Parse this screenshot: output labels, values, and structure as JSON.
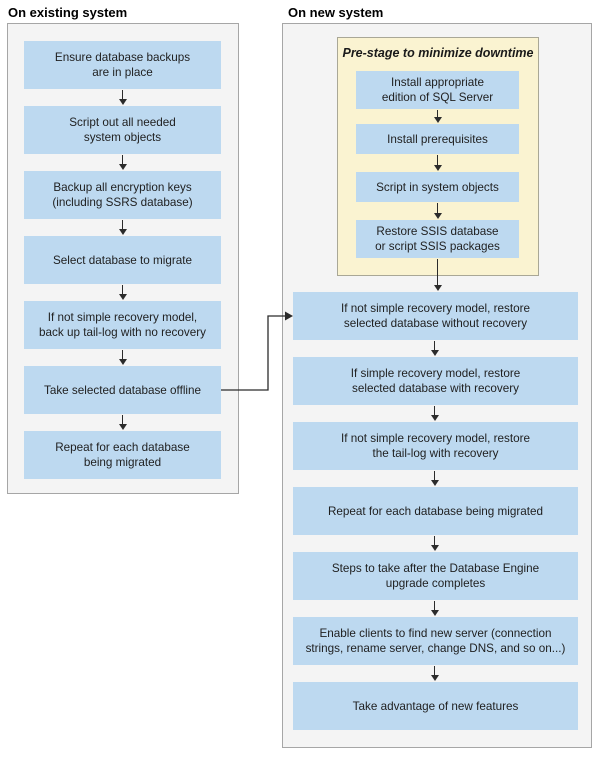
{
  "colors": {
    "box_blue": "#BDD9F0",
    "panel_bg": "#F4F4F4",
    "panel_border": "#A6A6A6",
    "prestage_bg": "#FAF3D1",
    "prestage_border": "#A9A796",
    "arrow": "#2B2B2B",
    "text": "#1F1F1F"
  },
  "left_column": {
    "title": "On existing system",
    "steps": [
      {
        "text": "Ensure database backups\nare in place"
      },
      {
        "text": "Script out all needed\nsystem objects"
      },
      {
        "text": "Backup all encryption keys\n(including SSRS database)"
      },
      {
        "text": "Select database to migrate"
      },
      {
        "text": "If not simple recovery model,\nback up tail-log with no recovery"
      },
      {
        "text": "Take selected database offline"
      },
      {
        "text": "Repeat for each database\nbeing migrated"
      }
    ]
  },
  "right_column": {
    "title": "On new system",
    "prestage": {
      "title": "Pre-stage to minimize downtime",
      "steps": [
        {
          "text": "Install appropriate\nedition of SQL Server"
        },
        {
          "text": "Install prerequisites"
        },
        {
          "text": "Script in system objects"
        },
        {
          "text": "Restore SSIS database\nor script SSIS packages"
        }
      ]
    },
    "steps": [
      {
        "text": "If not simple recovery model, restore\nselected database without recovery"
      },
      {
        "text": "If simple recovery model, restore\nselected database with recovery"
      },
      {
        "text": "If not simple recovery model, restore\nthe tail-log with recovery"
      },
      {
        "text": "Repeat for each database being migrated"
      },
      {
        "text": "Steps to take after the Database Engine\nupgrade completes"
      },
      {
        "text": "Enable clients to find new server (connection\nstrings, rename server, change DNS, and so on...)"
      },
      {
        "text": "Take advantage of new features"
      }
    ]
  }
}
